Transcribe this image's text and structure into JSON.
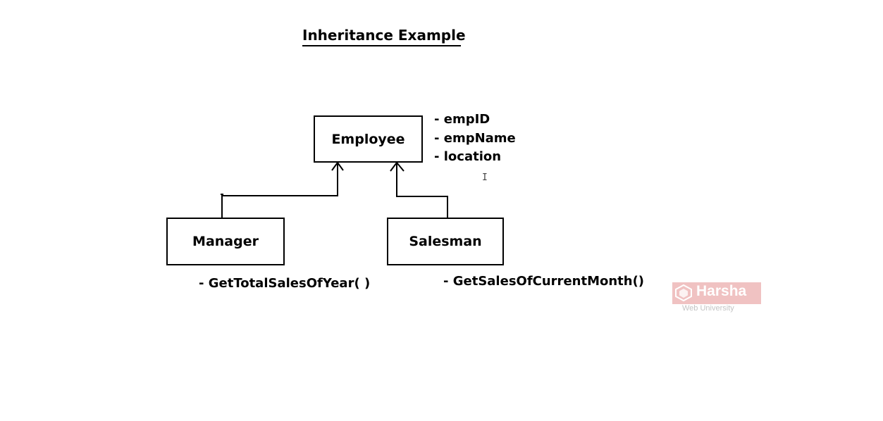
{
  "title": "Inheritance Example",
  "classes": {
    "employee": {
      "name": "Employee",
      "attributes": [
        "- empID",
        "- empName",
        "- location"
      ]
    },
    "manager": {
      "name": "Manager",
      "method": "- GetTotalSalesOfYear( )"
    },
    "salesman": {
      "name": "Salesman",
      "method": "- GetSalesOfCurrentMonth()"
    }
  },
  "watermark": {
    "name": "Harsha",
    "subtitle": "Web University",
    "color": "#e07a7a"
  },
  "cursor_icon": "text-cursor-icon"
}
